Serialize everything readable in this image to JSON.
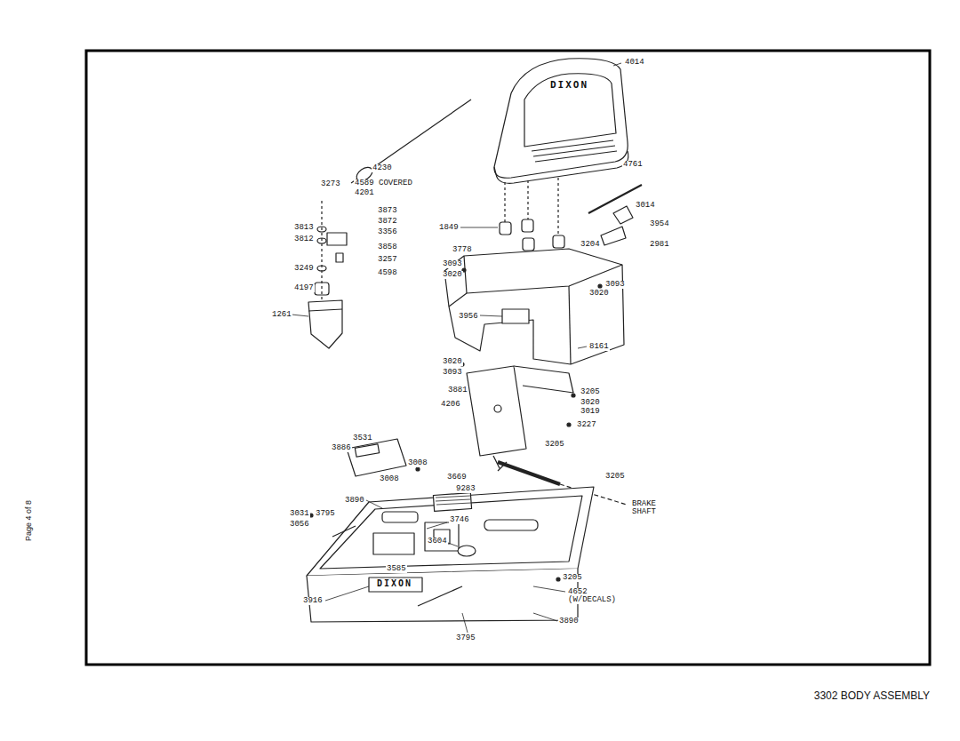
{
  "diagram": {
    "caption": "3302 BODY ASSEMBLY",
    "labels": [
      "4014",
      "DIXON",
      "4230",
      "3273",
      "4589 COVERED",
      "4201",
      "3873",
      "3872",
      "3813",
      "3356",
      "3812",
      "3858",
      "3257",
      "3249",
      "4598",
      "4197",
      "1261",
      "4761",
      "3014",
      "3954",
      "3204",
      "2981",
      "1849",
      "3778",
      "3093",
      "3020",
      "3093",
      "3020",
      "3956",
      "3020",
      "8161",
      "3093",
      "3881",
      "3205",
      "3020",
      "3019",
      "4206",
      "3227",
      "3205",
      "3531",
      "3886",
      "3205",
      "3008",
      "3008",
      "3669",
      "9283",
      "BRAKE SHAFT",
      "3890",
      "3031",
      "3795",
      "3056",
      "3746",
      "3604",
      "3585",
      "3205",
      "4652 (W/DECALS)",
      "DIXON",
      "3916",
      "3890",
      "3795",
      "Page 4 of 8"
    ]
  }
}
